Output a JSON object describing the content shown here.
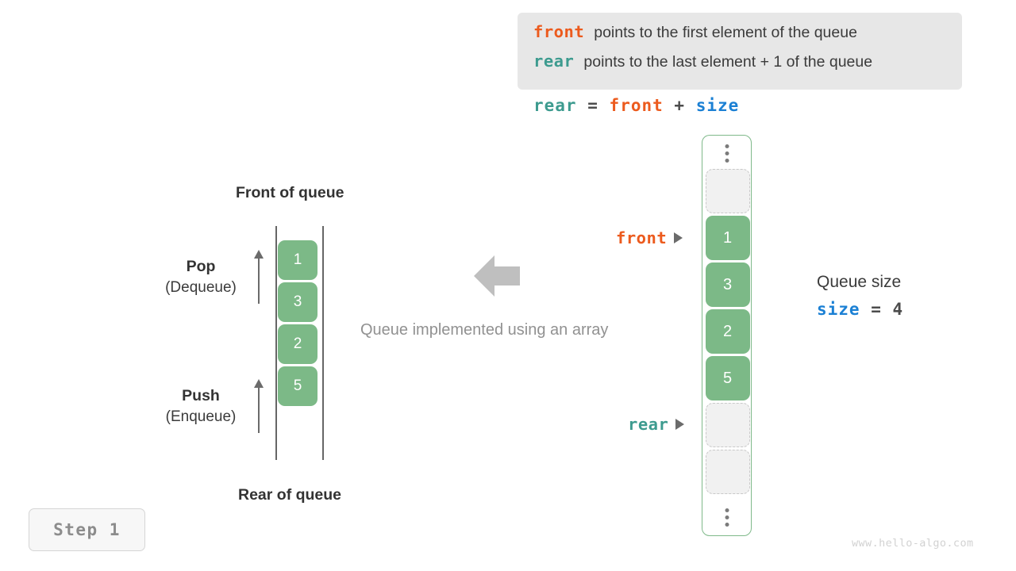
{
  "legend": {
    "rows": [
      {
        "keyword": "front",
        "keyword_color": "#ec5b1e",
        "text": "points to the first element of the queue"
      },
      {
        "keyword": "rear",
        "keyword_color": "#3d9b8f",
        "text": "points to the last element + 1 of the queue"
      }
    ]
  },
  "formula": {
    "lhs": "rear",
    "eq": "=",
    "rhs1": "front",
    "plus": "+",
    "rhs2": "size"
  },
  "array": {
    "top_ellipsis": "vertical-ellipsis",
    "bottom_ellipsis": "vertical-ellipsis",
    "cells": [
      {
        "value": "",
        "state": "empty"
      },
      {
        "value": "1",
        "state": "filled"
      },
      {
        "value": "3",
        "state": "filled"
      },
      {
        "value": "2",
        "state": "filled"
      },
      {
        "value": "5",
        "state": "filled"
      },
      {
        "value": "",
        "state": "empty"
      },
      {
        "value": "",
        "state": "empty"
      }
    ],
    "border_color": "#7fb98a",
    "fill_color": "#7cb987"
  },
  "pointers": {
    "front": {
      "label": "front",
      "color": "#ec5b1e"
    },
    "rear": {
      "label": "rear",
      "color": "#3d9b8f"
    }
  },
  "queue_size": {
    "title": "Queue size",
    "var": "size",
    "eq": "=",
    "value": "4",
    "var_color": "#1b80d4"
  },
  "abstract_queue": {
    "front_label": "Front of queue",
    "rear_label": "Rear of queue",
    "cells": [
      {
        "value": "1"
      },
      {
        "value": "3"
      },
      {
        "value": "2"
      },
      {
        "value": "5"
      }
    ],
    "operations": [
      {
        "name": "Pop",
        "sub": "(Dequeue)"
      },
      {
        "name": "Push",
        "sub": "(Enqueue)"
      }
    ]
  },
  "center": {
    "arrow": "left-arrow",
    "caption": "Queue implemented using an array"
  },
  "step_badge": {
    "label": "Step 1"
  },
  "watermark": {
    "text": "www.hello-algo.com"
  }
}
